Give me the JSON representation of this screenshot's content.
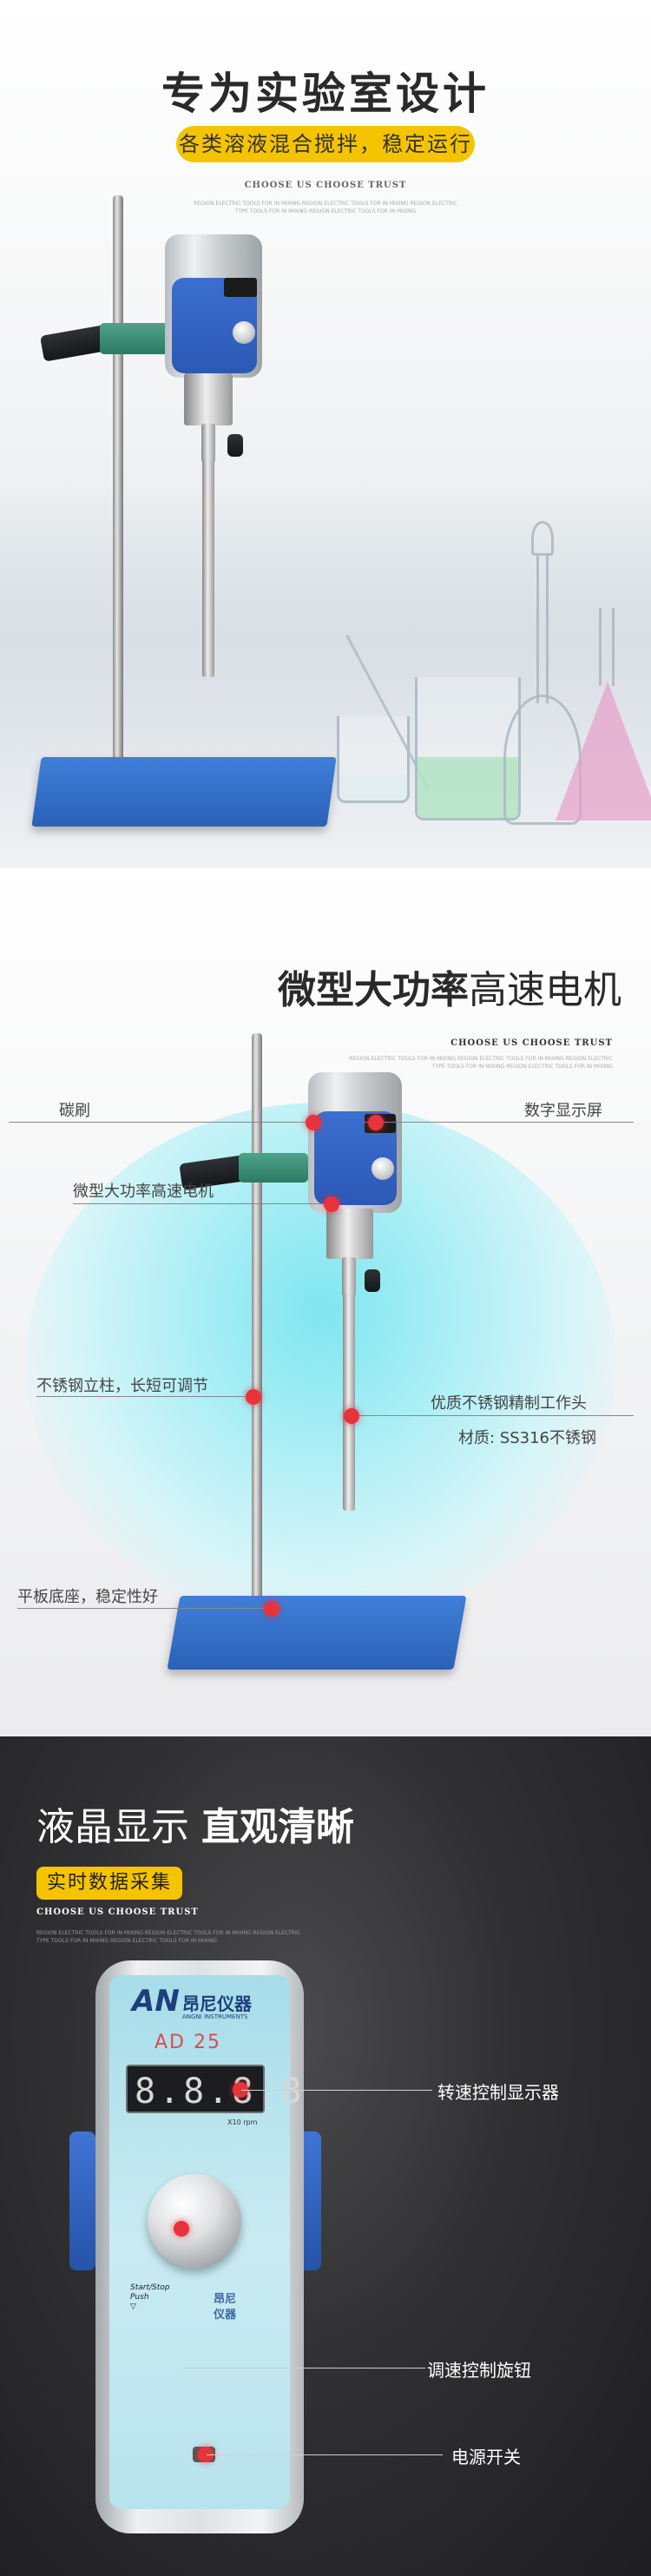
{
  "section1": {
    "title": "专为实验室设计",
    "subtitle": "各类溶液混合搅拌，稳定运行",
    "tagline": "CHOOSE US CHOOSE TRUST",
    "fine_print_line1": "REGION ELECTRIC TOOLS FOR IN MIXING REGION ELECTRIC TOOLS FOR IN MIXING REGION ELECTRIC",
    "fine_print_line2": "TYPE TOOLS FOR IN MIXING REGION ELECTRIC TOOLS FOR IN MIXING"
  },
  "section2": {
    "title_bold": "微型大功率",
    "title_light": "高速电机",
    "tagline": "CHOOSE US CHOOSE TRUST",
    "fine_print_line1": "REGION ELECTRIC TOOLS FOR IN MIXING REGION ELECTRIC TOOLS FOR IN MIXING REGION ELECTRIC",
    "fine_print_line2": "TYPE TOOLS FOR IN MIXING REGION ELECTRIC TOOLS FOR IN MIXING",
    "callouts": {
      "brush": "碳刷",
      "display": "数字显示屏",
      "motor": "微型大功率高速电机",
      "column": "不锈钢立柱，长短可调节",
      "head": "优质不锈钢精制工作头",
      "material": "材质: SS316不锈钢",
      "base": "平板底座，稳定性好"
    }
  },
  "section3": {
    "title_light": "液晶显示",
    "title_bold": "直观清晰",
    "subtitle": "实时数据采集",
    "tagline": "CHOOSE US CHOOSE TRUST",
    "fine_print_line1": "REGION ELECTRIC TOOLS FOR IN MIXING REGION ELECTRIC TOOLS FOR IN MIXING REGION ELECTRIC",
    "fine_print_line2": "TYPE TOOLS FOR IN MIXING REGION ELECTRIC TOOLS FOR IN MIXING",
    "device": {
      "logo_mark": "AN",
      "brand_cn": "昂尼仪器",
      "brand_en": "ANGNI INSTRUMENTS",
      "model": "AD 25",
      "display_digits": "8.8.8.8",
      "rpm_label": "X10 rpm",
      "push_label_1": "Start/Stop",
      "push_label_2": "Push",
      "cn_mini_1": "昂尼",
      "cn_mini_2": "仪器"
    },
    "callouts": {
      "display": "转速控制显示器",
      "knob": "调速控制旋钮",
      "power": "电源开关"
    }
  },
  "colors": {
    "accent_yellow": "#f5c400",
    "marker_red": "#e8323c",
    "base_blue": "#2b61b8"
  }
}
